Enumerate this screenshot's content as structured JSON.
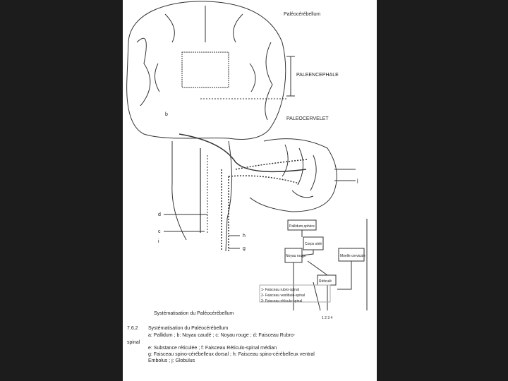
{
  "figure": {
    "title": "Paléocérébellum",
    "region_labels": {
      "palencephale": "PALEENCEPHALE",
      "paleocervelet": "PALEOCERVELET"
    },
    "letters": {
      "b": "b",
      "c": "c",
      "d": "d",
      "i": "i",
      "j": "j",
      "h": "h",
      "g": "g"
    },
    "flow_boxes": {
      "pallidum": "Pallidum,sphère",
      "corps_strie": "Corps strié",
      "noyau_rouge": "Noyau rouge",
      "reticule": "Réticulé",
      "cervelet": "Moelle cervicale"
    },
    "legend_lines": [
      "1- Faisceau rubro-spinal",
      "2- Faisceau vestibulo-spinal",
      "3- Faisceau réticulo-spinal"
    ],
    "flow_numbers": "1  2  3  4",
    "inner_caption": "Systématisation du Paléocérébellum"
  },
  "caption": {
    "number": "7.6.2",
    "title": "Systématisation du Paléocérébellum",
    "line1": "a: Pallidum ; b: Noyau caudé ; c: Noyau rouge ; d: Faisceau Rubro-",
    "line1b": "spinal",
    "line2": "e: Substance réticulée ; f: Faisceau Réticulo-spinal médian",
    "line3": "g: Faisceau spino-cérébelleux dorsal ; h: Faisceau spino-cérébelleux ventral",
    "line4": "Embolus ; j: Globulus"
  }
}
